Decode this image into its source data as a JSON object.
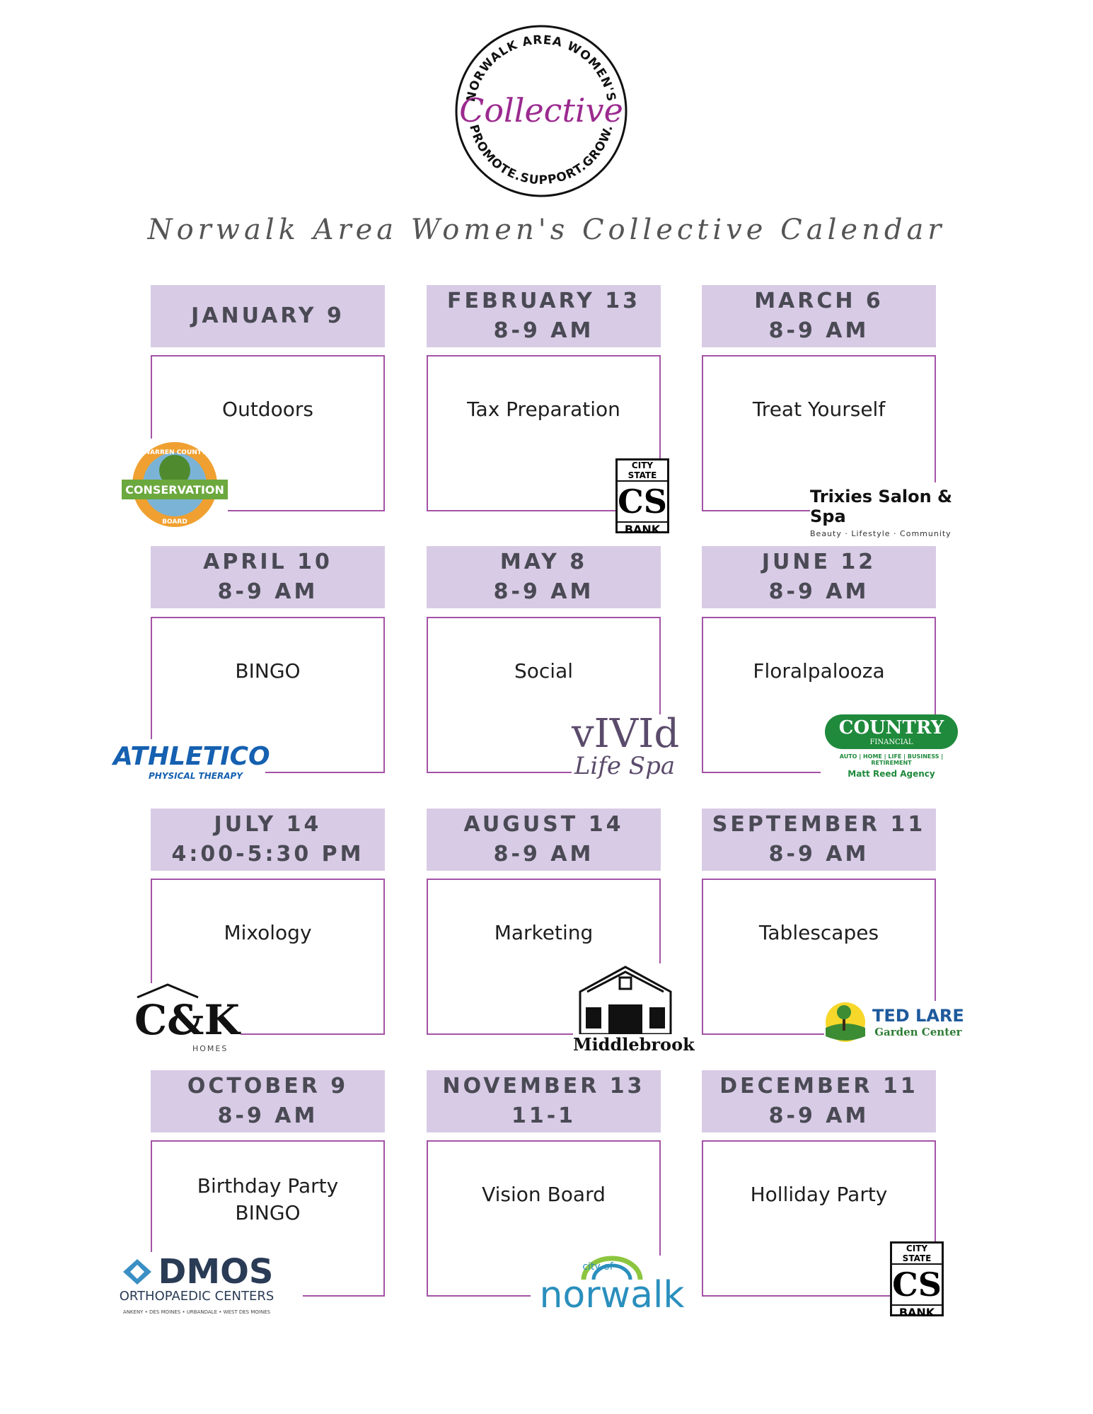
{
  "seal": {
    "top_arc": "NORWALK AREA WOMEN'S",
    "script": "Collective",
    "bottom_arc": "PROMOTE.SUPPORT.GROW."
  },
  "title": "Norwalk Area Women's Collective Calendar",
  "months": [
    {
      "date": "JANUARY 9",
      "time": "",
      "topic": "Outdoors",
      "sponsor": {
        "lines": [
          "WARREN COUNTY",
          "CONSERVATION",
          "BOARD"
        ]
      }
    },
    {
      "date": "FEBRUARY 13",
      "time": "8-9 AM",
      "topic": "Tax Preparation",
      "sponsor": {
        "lines": [
          "CITY STATE",
          "CS",
          "BANK"
        ]
      }
    },
    {
      "date": "MARCH 6",
      "time": "8-9 AM",
      "topic": "Treat Yourself",
      "sponsor": {
        "lines": [
          "Trixies Salon & Spa",
          "Beauty · Lifestyle · Community"
        ]
      }
    },
    {
      "date": "APRIL 10",
      "time": "8-9 AM",
      "topic": "BINGO",
      "sponsor": {
        "lines": [
          "ATHLETICO",
          "PHYSICAL THERAPY"
        ]
      }
    },
    {
      "date": "MAY 8",
      "time": "8-9 AM",
      "topic": "Social",
      "sponsor": {
        "lines": [
          "vIVId",
          "Life Spa"
        ]
      }
    },
    {
      "date": "JUNE 12",
      "time": "8-9 AM",
      "topic": "Floralpalooza",
      "sponsor": {
        "lines": [
          "COUNTRY",
          "FINANCIAL",
          "AUTO | HOME | LIFE | BUSINESS | RETIREMENT",
          "Matt Reed Agency"
        ]
      }
    },
    {
      "date": "JULY 14",
      "time": "4:00-5:30 PM",
      "topic": "Mixology",
      "sponsor": {
        "lines": [
          "C&K",
          "HOMES"
        ]
      }
    },
    {
      "date": "AUGUST 14",
      "time": "8-9 AM",
      "topic": "Marketing",
      "sponsor": {
        "lines": [
          "Middlebrook"
        ]
      }
    },
    {
      "date": "SEPTEMBER 11",
      "time": "8-9 AM",
      "topic": "Tablescapes",
      "sponsor": {
        "lines": [
          "TED LARE",
          "Garden Center"
        ]
      }
    },
    {
      "date": "OCTOBER 9",
      "time": "8-9 AM",
      "topic": "Birthday Party BINGO",
      "sponsor": {
        "lines": [
          "DMOS",
          "ORTHOPAEDIC CENTERS",
          "ANKENY • DES MOINES • URBANDALE • WEST DES MOINES"
        ]
      }
    },
    {
      "date": "NOVEMBER 13",
      "time": "11-1",
      "topic": "Vision Board",
      "sponsor": {
        "lines": [
          "city of",
          "norwalk"
        ]
      }
    },
    {
      "date": "DECEMBER 11",
      "time": "8-9 AM",
      "topic": "Holliday Party",
      "sponsor": {
        "lines": [
          "CITY STATE",
          "CS",
          "BANK"
        ]
      }
    }
  ]
}
